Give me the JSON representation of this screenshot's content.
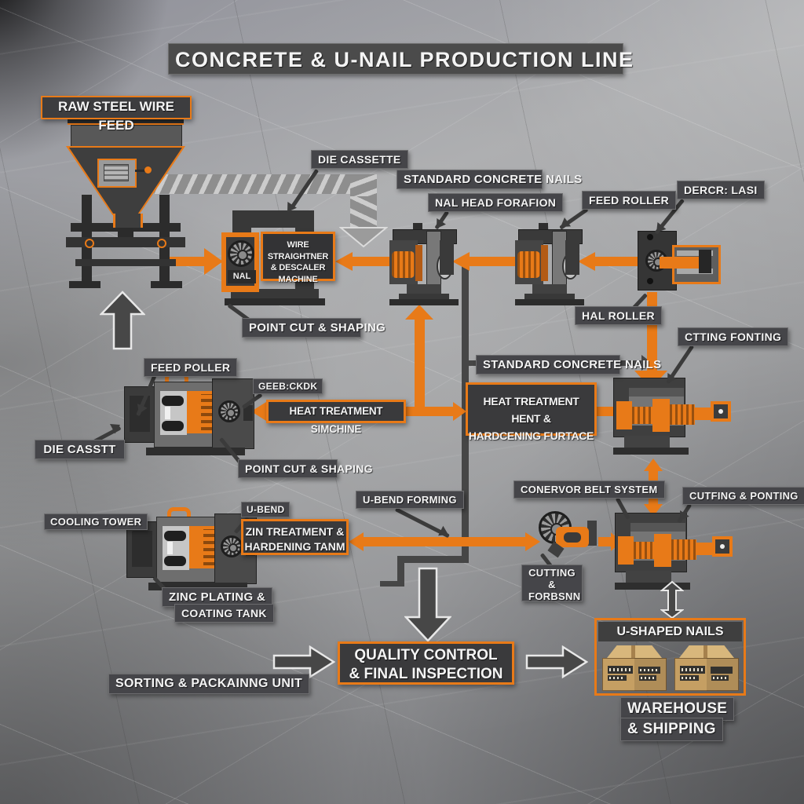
{
  "title": "CONCRETE & U-NAIL PRODUCTION LINE",
  "colors": {
    "accent_orange": "#E87A18",
    "label_gray": "#454549",
    "steel_dark": "#3A3A3A",
    "cardboard": "#C59F63"
  },
  "labels": {
    "raw_feed": "RAW STEEL WIRE FEED",
    "die_cassette": "DIE CASSETTE",
    "standard_nails_top": "STANDARD CONCRETE NAILS",
    "nail_head_formation": "NAL HEAD FORAFION",
    "feed_roller": "FEED ROLLER",
    "dercr": "DERCR: LASI",
    "nal_tag": "NAL",
    "wire_straightener": [
      "WIRE STRAIGHTNER",
      "& DESCALER",
      "MACHINE"
    ],
    "point_cut_shaping_top": "POINT CUT & SHAPING",
    "hal_roller": "HAL ROLLER",
    "ctting_fonting": "CTTING FONTING",
    "feed_poller": "FEED POLLER",
    "geeb": "GEEB:CKDK",
    "heat_treatment_machine": "HEAT TREATMENT SIMCHINE",
    "standard_nails_mid": "STANDARD CONCRETE NAILS",
    "heat_furnace": [
      "HEAT TREATMENT HENT &",
      "HARDCENING FURTACE"
    ],
    "die_casstt": "DIE CASSTT",
    "point_cut_shaping_mid": "POINT CUT & SHAPING",
    "u_bend_forming": "U-BEND FORMING",
    "conveyor_belt": "CONERVOR BELT SYSTEM",
    "cutting_pointing": "CUTFING & PONTING",
    "cooling_tower": "COOLING TOWER",
    "u_bend": "U-BEND",
    "zin_treatment": [
      "ZIN TREATMENT &",
      "HARDENING TANM"
    ],
    "cutting_forbsn": [
      "CUTTING",
      "&",
      "FORBSNN"
    ],
    "zinc_plating": [
      "ZINC PLATING &",
      "COATING TANK"
    ],
    "quality_control": [
      "QUALITY CONTROL",
      "& FINAL INSPECTION"
    ],
    "sorting": "SORTING & PACKAINNG UNIT",
    "u_shaped_nails": "U-SHAPED NAILS",
    "warehouse": [
      "WAREHOUSE",
      "& SHIPPING"
    ]
  }
}
